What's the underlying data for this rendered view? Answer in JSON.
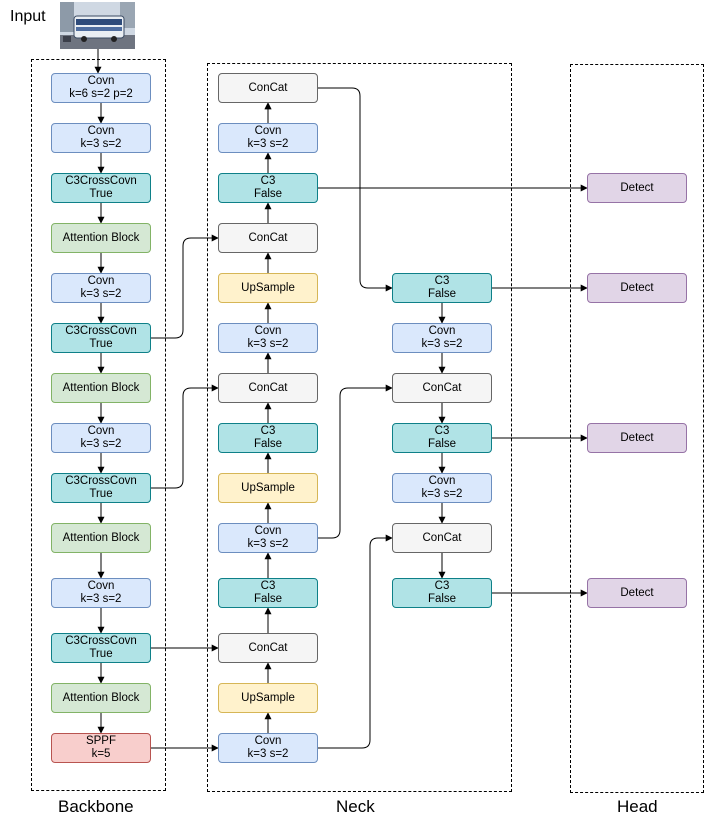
{
  "input_label": "Input",
  "section_labels": {
    "backbone": "Backbone",
    "neck": "Neck",
    "head": "Head"
  },
  "colors": {
    "conv": {
      "fill": "#dae8fc",
      "stroke": "#6c8ebf"
    },
    "c3": {
      "fill": "#b0e3e6",
      "stroke": "#0e8088"
    },
    "attention": {
      "fill": "#d5e8d4",
      "stroke": "#82b366"
    },
    "sppf": {
      "fill": "#f8cecc",
      "stroke": "#b85450"
    },
    "concat": {
      "fill": "#f5f5f5",
      "stroke": "#666666"
    },
    "upsample": {
      "fill": "#fff2cc",
      "stroke": "#d6b656"
    },
    "detect": {
      "fill": "#e1d5e7",
      "stroke": "#9673a6"
    }
  },
  "nodes": [
    {
      "id": "b1",
      "type": "conv",
      "lines": [
        "Covn",
        "k=6 s=2 p=2"
      ]
    },
    {
      "id": "b2",
      "type": "conv",
      "lines": [
        "Covn",
        "k=3 s=2"
      ]
    },
    {
      "id": "b3",
      "type": "c3",
      "lines": [
        "C3CrossCovn",
        "True"
      ]
    },
    {
      "id": "b4",
      "type": "attention",
      "lines": [
        "Attention Block"
      ]
    },
    {
      "id": "b5",
      "type": "conv",
      "lines": [
        "Covn",
        "k=3 s=2"
      ]
    },
    {
      "id": "b6",
      "type": "c3",
      "lines": [
        "C3CrossCovn",
        "True"
      ]
    },
    {
      "id": "b7",
      "type": "attention",
      "lines": [
        "Attention Block"
      ]
    },
    {
      "id": "b8",
      "type": "conv",
      "lines": [
        "Covn",
        "k=3 s=2"
      ]
    },
    {
      "id": "b9",
      "type": "c3",
      "lines": [
        "C3CrossCovn",
        "True"
      ]
    },
    {
      "id": "b10",
      "type": "attention",
      "lines": [
        "Attention Block"
      ]
    },
    {
      "id": "b11",
      "type": "conv",
      "lines": [
        "Covn",
        "k=3 s=2"
      ]
    },
    {
      "id": "b12",
      "type": "c3",
      "lines": [
        "C3CrossCovn",
        "True"
      ]
    },
    {
      "id": "b13",
      "type": "attention",
      "lines": [
        "Attention Block"
      ]
    },
    {
      "id": "b14",
      "type": "sppf",
      "lines": [
        "SPPF",
        "k=5"
      ]
    },
    {
      "id": "n1",
      "type": "concat",
      "lines": [
        "ConCat"
      ]
    },
    {
      "id": "n2",
      "type": "conv",
      "lines": [
        "Covn",
        "k=3 s=2"
      ]
    },
    {
      "id": "n3",
      "type": "c3",
      "lines": [
        "C3",
        "False"
      ]
    },
    {
      "id": "n4",
      "type": "concat",
      "lines": [
        "ConCat"
      ]
    },
    {
      "id": "n5",
      "type": "upsample",
      "lines": [
        "UpSample"
      ]
    },
    {
      "id": "n6",
      "type": "conv",
      "lines": [
        "Covn",
        "k=3 s=2"
      ]
    },
    {
      "id": "n7",
      "type": "concat",
      "lines": [
        "ConCat"
      ]
    },
    {
      "id": "n8",
      "type": "c3",
      "lines": [
        "C3",
        "False"
      ]
    },
    {
      "id": "n9",
      "type": "upsample",
      "lines": [
        "UpSample"
      ]
    },
    {
      "id": "n10",
      "type": "conv",
      "lines": [
        "Covn",
        "k=3 s=2"
      ]
    },
    {
      "id": "n11",
      "type": "c3",
      "lines": [
        "C3",
        "False"
      ]
    },
    {
      "id": "n12",
      "type": "concat",
      "lines": [
        "ConCat"
      ]
    },
    {
      "id": "n13",
      "type": "upsample",
      "lines": [
        "UpSample"
      ]
    },
    {
      "id": "n14",
      "type": "conv",
      "lines": [
        "Covn",
        "k=3 s=2"
      ]
    },
    {
      "id": "r1",
      "type": "c3",
      "lines": [
        "C3",
        "False"
      ]
    },
    {
      "id": "r2",
      "type": "conv",
      "lines": [
        "Covn",
        "k=3 s=2"
      ]
    },
    {
      "id": "r3",
      "type": "concat",
      "lines": [
        "ConCat"
      ]
    },
    {
      "id": "r4",
      "type": "c3",
      "lines": [
        "C3",
        "False"
      ]
    },
    {
      "id": "r5",
      "type": "conv",
      "lines": [
        "Covn",
        "k=3 s=2"
      ]
    },
    {
      "id": "r6",
      "type": "concat",
      "lines": [
        "ConCat"
      ]
    },
    {
      "id": "r7",
      "type": "c3",
      "lines": [
        "C3",
        "False"
      ]
    },
    {
      "id": "h1",
      "type": "detect",
      "lines": [
        "Detect"
      ]
    },
    {
      "id": "h2",
      "type": "detect",
      "lines": [
        "Detect"
      ]
    },
    {
      "id": "h3",
      "type": "detect",
      "lines": [
        "Detect"
      ]
    },
    {
      "id": "h4",
      "type": "detect",
      "lines": [
        "Detect"
      ]
    }
  ],
  "edges": [
    [
      "input",
      "b1"
    ],
    [
      "b1",
      "b2"
    ],
    [
      "b2",
      "b3"
    ],
    [
      "b3",
      "b4"
    ],
    [
      "b4",
      "b5"
    ],
    [
      "b5",
      "b6"
    ],
    [
      "b6",
      "b7"
    ],
    [
      "b7",
      "b8"
    ],
    [
      "b8",
      "b9"
    ],
    [
      "b9",
      "b10"
    ],
    [
      "b10",
      "b11"
    ],
    [
      "b11",
      "b12"
    ],
    [
      "b12",
      "b13"
    ],
    [
      "b13",
      "b14"
    ],
    [
      "b14",
      "n14"
    ],
    [
      "n14",
      "n13"
    ],
    [
      "n13",
      "n12"
    ],
    [
      "n12",
      "n11"
    ],
    [
      "n11",
      "n10"
    ],
    [
      "n10",
      "n9"
    ],
    [
      "n9",
      "n8"
    ],
    [
      "n8",
      "n7"
    ],
    [
      "n7",
      "n6"
    ],
    [
      "n6",
      "n5"
    ],
    [
      "n5",
      "n4"
    ],
    [
      "n4",
      "n3"
    ],
    [
      "n3",
      "n2"
    ],
    [
      "n2",
      "n1"
    ],
    [
      "b12",
      "n12"
    ],
    [
      "b9",
      "n7"
    ],
    [
      "b6",
      "n4"
    ],
    [
      "n6",
      "n1"
    ],
    [
      "n1",
      "r1"
    ],
    [
      "r1",
      "r2"
    ],
    [
      "r2",
      "r3"
    ],
    [
      "n10",
      "r3"
    ],
    [
      "r3",
      "r4"
    ],
    [
      "r4",
      "r5"
    ],
    [
      "r5",
      "r6"
    ],
    [
      "n14",
      "r6"
    ],
    [
      "r6",
      "r7"
    ],
    [
      "n3",
      "h1"
    ],
    [
      "r1",
      "h2"
    ],
    [
      "r4",
      "h3"
    ],
    [
      "r7",
      "h4"
    ]
  ]
}
